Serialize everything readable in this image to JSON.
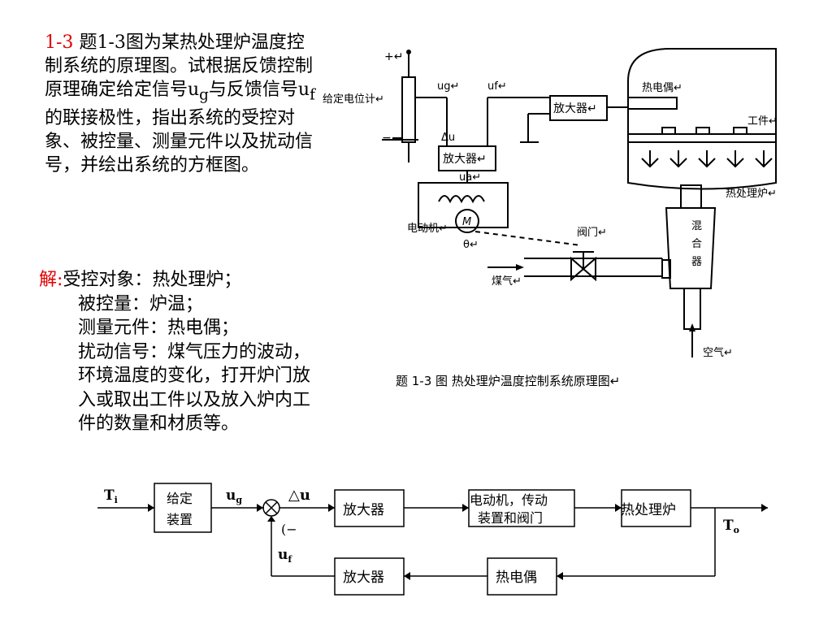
{
  "problem": {
    "number": "1-3",
    "text_before_ug": "题1-3图为某热处理炉温度控制系统的原理图。试根据反馈控制原理确定给定信号u",
    "sub_g": "g",
    "text_mid": "与反馈信号u",
    "sub_f": "f",
    "text_after": "的联接极性，指出系统的受控对象、被控量、测量元件以及扰动信号，并绘出系统的方框图。"
  },
  "solution": {
    "label": "解:",
    "controlled_object": "受控对象：热处理炉；",
    "controlled_variable": "被控量：炉温；",
    "measuring_element": "测量元件：热电偶；",
    "disturbance": [
      "扰动信号：煤气压力的波动，",
      "环境温度的变化，打开炉门放",
      "入或取出工件以及放入炉内工",
      "件的数量和材质等。"
    ]
  },
  "schematic": {
    "caption": "题 1-3 图    热处理炉温度控制系统原理图↵",
    "plus": "+↵",
    "minus": "−",
    "potentiometer": "给定电位计↵",
    "ug": "ug↵",
    "uf": "uf↵",
    "du": "Δu",
    "amp1": "放大器↵",
    "amp2": "放大器↵",
    "ua": "ua↵",
    "motor": "M",
    "motor_label": "电动机↵",
    "theta": "θ↵",
    "valve": "阀门↵",
    "gas": "煤气↵",
    "thermocouple": "热电偶↵",
    "workpiece": "工件↵",
    "furnace": "热处理炉↵",
    "mixer": [
      "混",
      "合",
      "器"
    ],
    "air": "空气↵"
  },
  "block_diagram": {
    "Ti": "T",
    "Ti_sub": "i",
    "setter": [
      "给定",
      "装置"
    ],
    "ug": "u",
    "ug_sub": "g",
    "delta_u": "△u",
    "minus": "(−",
    "minus2": ")",
    "uf": "u",
    "uf_sub": "f",
    "amp_forward": "放大器",
    "actuator": [
      "电动机，传动",
      "装置和阀门"
    ],
    "furnace": "热处理炉",
    "To": "T",
    "To_sub": "o",
    "thermocouple": "热电偶",
    "amp_feedback": "放大器"
  }
}
